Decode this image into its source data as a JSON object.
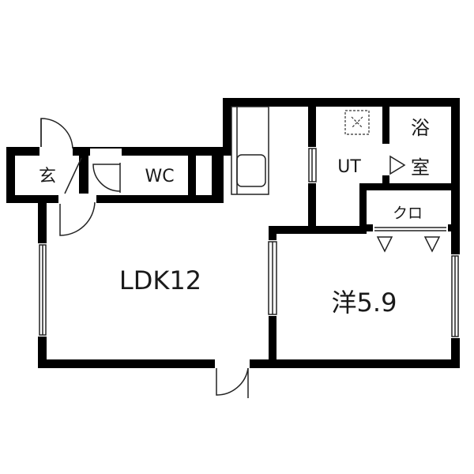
{
  "rooms": {
    "entrance": "玄",
    "toilet": "WC",
    "living": "LDK12",
    "utility": "UT",
    "bath_line1": "浴",
    "bath_line2": "室",
    "closet": "クロ",
    "western": "洋5.9"
  },
  "colors": {
    "wall": "#000000",
    "background": "#ffffff",
    "line": "#222222"
  }
}
